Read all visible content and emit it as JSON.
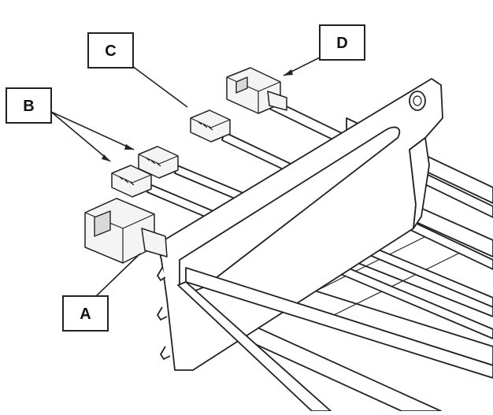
{
  "labels": {
    "a": "A",
    "b": "B",
    "c": "C",
    "d": "D"
  },
  "colors": {
    "ink": "#222222",
    "paper": "#ffffff",
    "connector_fill": "#f4f4f4"
  }
}
